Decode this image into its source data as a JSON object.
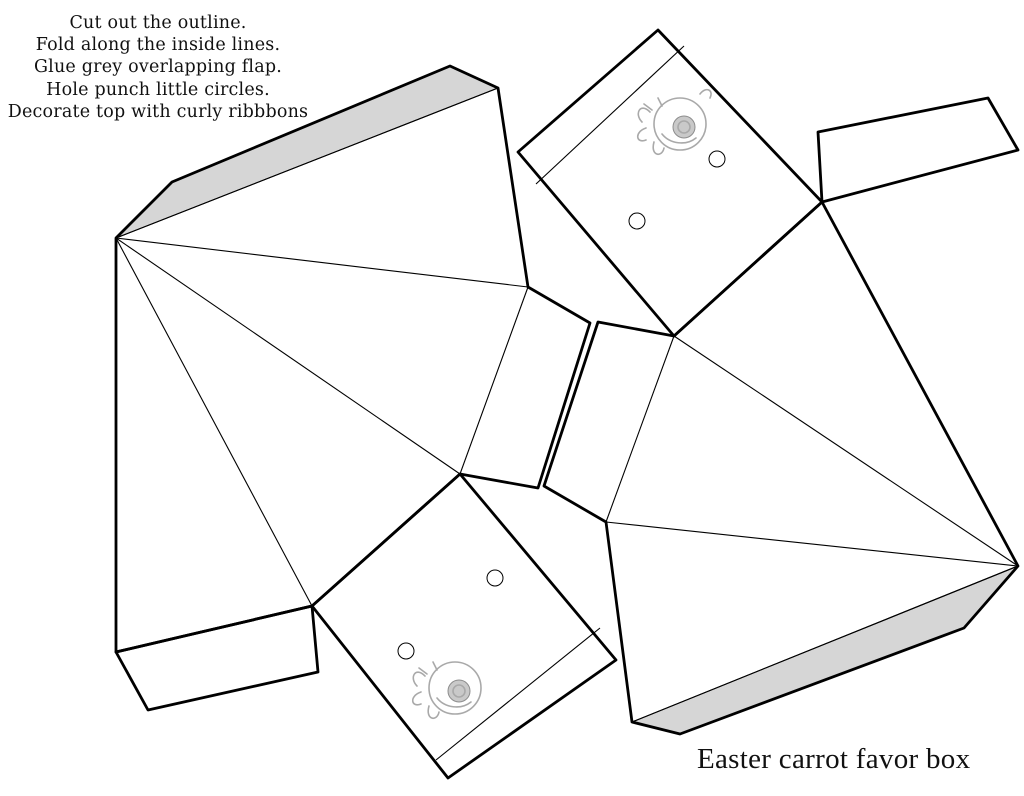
{
  "instructions": {
    "lines": [
      "Cut out the outline.",
      "Fold along the inside lines.",
      "Glue grey overlapping flap.",
      "Hole punch little circles.",
      "Decorate top with curly ribbbons"
    ]
  },
  "caption": "Easter carrot favor box",
  "colors": {
    "outline": "#000000",
    "flap": "#d6d6d6",
    "ornament": "#a9a9a9"
  },
  "icons": [
    "bunny-ornament-icon",
    "punch-hole"
  ]
}
